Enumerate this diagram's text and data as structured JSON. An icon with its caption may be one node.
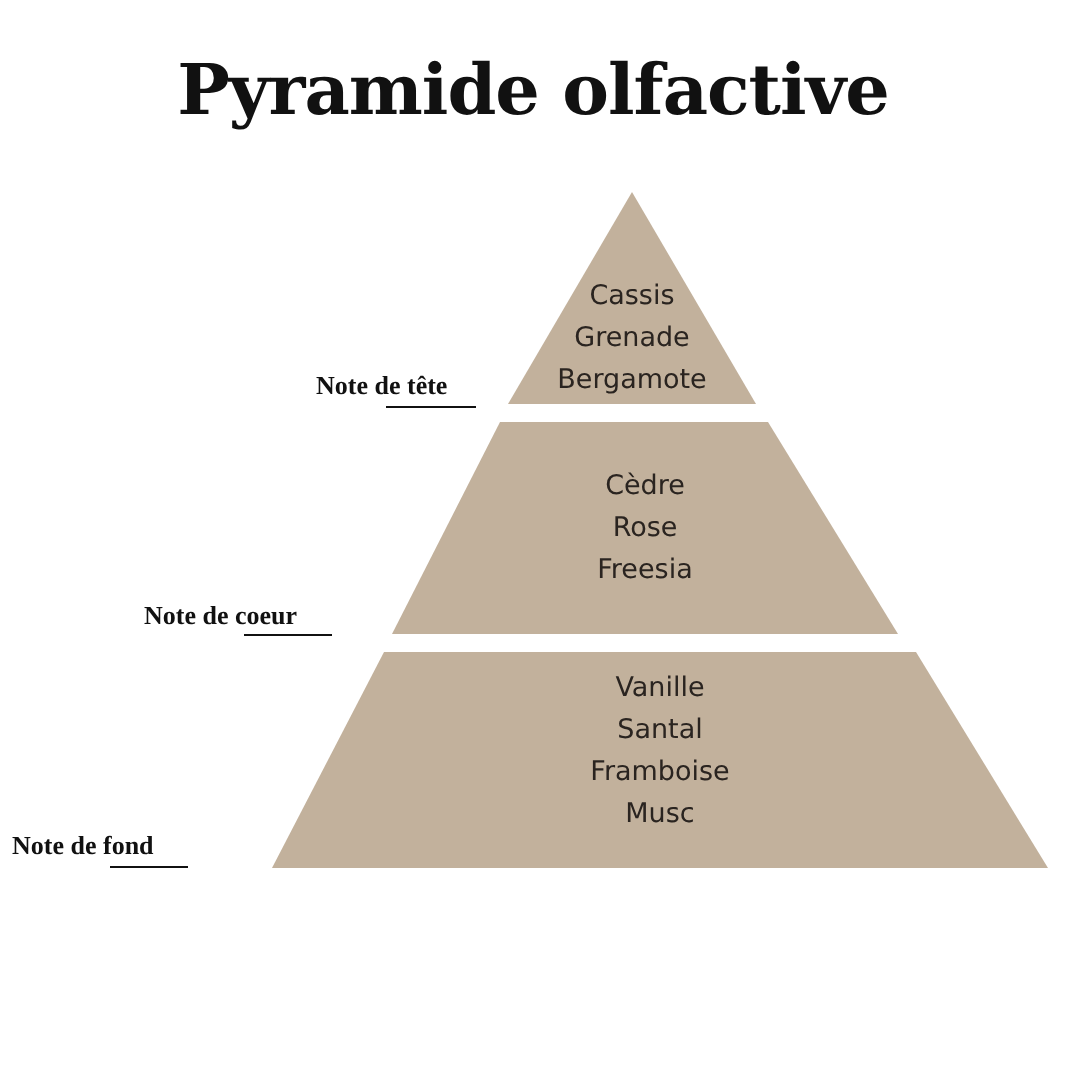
{
  "diagram": {
    "title": "Pyramide olfactive",
    "nodes": [
      {
        "text": [
          "Cassis",
          "Grenade",
          "Bergamote"
        ]
      },
      {
        "text": [
          "Cèdre",
          "Rose",
          "Freesia"
        ]
      },
      {
        "text": [
          "Vanille",
          "Santal",
          "Framboise",
          "Musc"
        ]
      }
    ],
    "labels": [
      "Note de tête",
      "Note de coeur",
      "Note de fond"
    ]
  }
}
